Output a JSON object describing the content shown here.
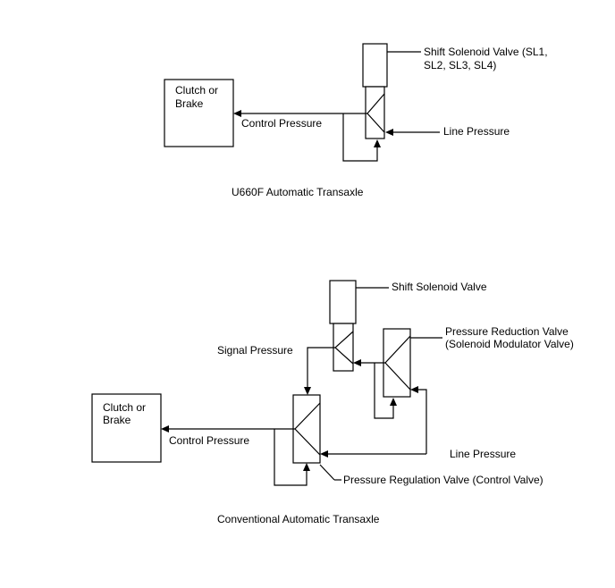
{
  "top": {
    "clutch_line1": "Clutch or",
    "clutch_line2": "Brake",
    "control_pressure": "Control Pressure",
    "line_pressure": "Line Pressure",
    "shift_solenoid_line1": "Shift Solenoid Valve (SL1,",
    "shift_solenoid_line2": "SL2, SL3, SL4)",
    "caption": "U660F Automatic Transaxle"
  },
  "bottom": {
    "shift_solenoid": "Shift Solenoid Valve",
    "pressure_reduction_line1": "Pressure Reduction Valve",
    "pressure_reduction_line2": "(Solenoid Modulator Valve)",
    "signal_pressure": "Signal Pressure",
    "clutch_line1": "Clutch or",
    "clutch_line2": "Brake",
    "control_pressure": "Control Pressure",
    "line_pressure": "Line Pressure",
    "pressure_regulation": "Pressure Regulation Valve (Control Valve)",
    "caption": "Conventional Automatic Transaxle"
  },
  "colors": {
    "stroke": "#000000",
    "background": "#ffffff"
  }
}
